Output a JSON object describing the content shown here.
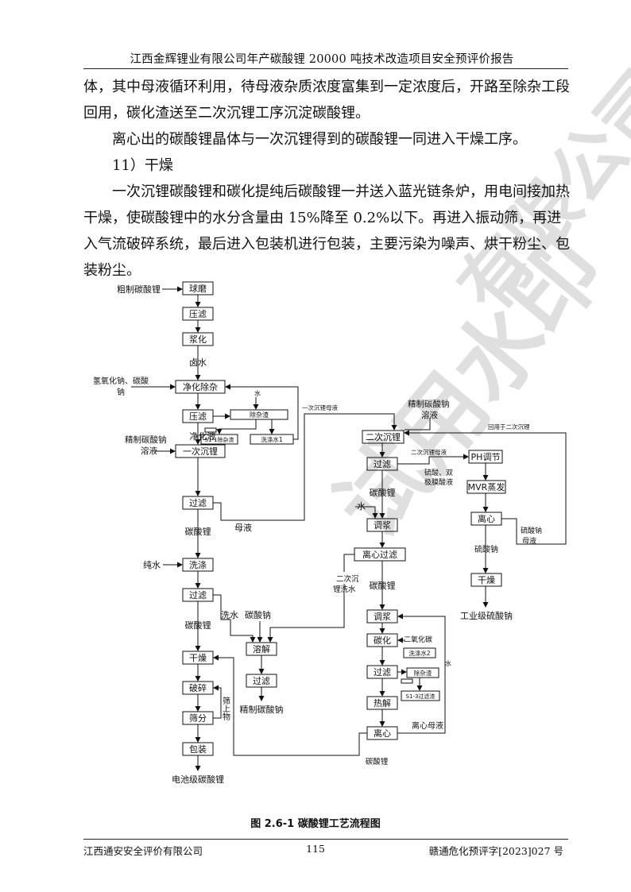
{
  "header": {
    "title": "江西金辉锂业有限公司年产碳酸锂 20000 吨技术改造项目安全预评价报告"
  },
  "body": {
    "p1": "体，其中母液循环利用，待母液杂质浓度富集到一定浓度后，开路至除杂工段回用，碳化渣送至二次沉锂工序沉淀碳酸锂。",
    "p2": "离心出的碳酸锂晶体与一次沉锂得到的碳酸锂一同进入干燥工序。",
    "heading": "11）干燥",
    "p3": "一次沉锂碳酸锂和碳化提纯后碳酸锂一并送入蓝光链条炉，用电间接加热干燥，使碳酸锂中的水分含量由 15%降至 0.2%以下。再进入振动筛，再进入气流破碎系统，最后进入包装机进行包装，主要污染为噪声、烘干粉尘、包装粉尘。"
  },
  "watermark": {
    "text": "试用水印",
    "ghost_text": "有限公司"
  },
  "flowchart": {
    "main": {
      "input_crude": "粗制碳酸锂",
      "ball_mill": "球磨",
      "press_filter_1": "压滤",
      "slurry": "浆化",
      "brine": "卤水",
      "reagents_label_1": "氢氧化钠、碳酸",
      "reagents_label_2": "钠",
      "purify": "净化除杂",
      "press_filter_2": "压滤",
      "refined_soda_1": "精制碳酸钠",
      "refined_soda_2": "溶液",
      "purified_liquid": "净化液",
      "first_precip": "一次沉锂",
      "filter_1": "过滤",
      "li2co3_1": "碳酸锂",
      "mother_liquor": "母液",
      "pure_water": "纯水",
      "wash": "洗涤",
      "filter_2": "过滤",
      "li2co3_2": "碳酸锂",
      "dry": "干燥",
      "crush": "破碎",
      "sieve_top": "筛上物",
      "sieve": "筛分",
      "pack": "包装",
      "battery_grade": "电池级碳酸锂"
    },
    "impurity": {
      "water": "水",
      "removal_slag": "除杂渣",
      "s1_1": "S1-1除杂渣",
      "wash_water_1": "洗涤水1"
    },
    "dissolve": {
      "wash_water": "洗水",
      "soda": "碳酸钠",
      "dissolve": "溶解",
      "filter": "过滤",
      "refined_soda": "精制碳酸钠"
    },
    "second": {
      "mother_to_second": "一次沉锂母液",
      "refined_soda_1": "精制碳酸钠",
      "refined_soda_2": "溶液",
      "second_precip": "二次沉锂",
      "filter": "过滤",
      "li2co3": "碳酸锂",
      "water": "水",
      "slurry": "调浆",
      "centrifuge_filter": "离心过滤",
      "li2co3_b": "碳酸锂",
      "second_wash_1": "二次沉",
      "second_wash_2": "锂洗水",
      "slurry_2": "调浆",
      "carbonize": "碳化",
      "co2": "二氧化碳",
      "wash_water_2": "洗涤水2",
      "filter_2": "过滤",
      "removal_slag": "除杂渣",
      "water_2": "水",
      "s1_3": "S1-3过滤渣",
      "thermal": "热解",
      "centrifuge": "离心",
      "centrifuge_mother": "离心母液",
      "li2co3_c": "碳酸锂"
    },
    "na": {
      "recycle": "回用于二次沉锂",
      "second_mother": "二次沉锂母液",
      "ph_adjust": "PH调节",
      "acids_1": "硫酸、双",
      "acids_2": "极膜酸液",
      "mvr": "MVR蒸发",
      "centrifuge": "离心",
      "na_mother_1": "硫酸钠",
      "na_mother_2": "母液",
      "na2so4": "硫酸钠",
      "dry": "干燥",
      "industrial": "工业级硫酸钠"
    }
  },
  "caption": "图 2.6-1  碳酸锂工艺流程图",
  "footer": {
    "company": "江西通安安全评价有限公司",
    "page": "115",
    "doc_no": "赣通危化预评字[2023]027 号"
  }
}
